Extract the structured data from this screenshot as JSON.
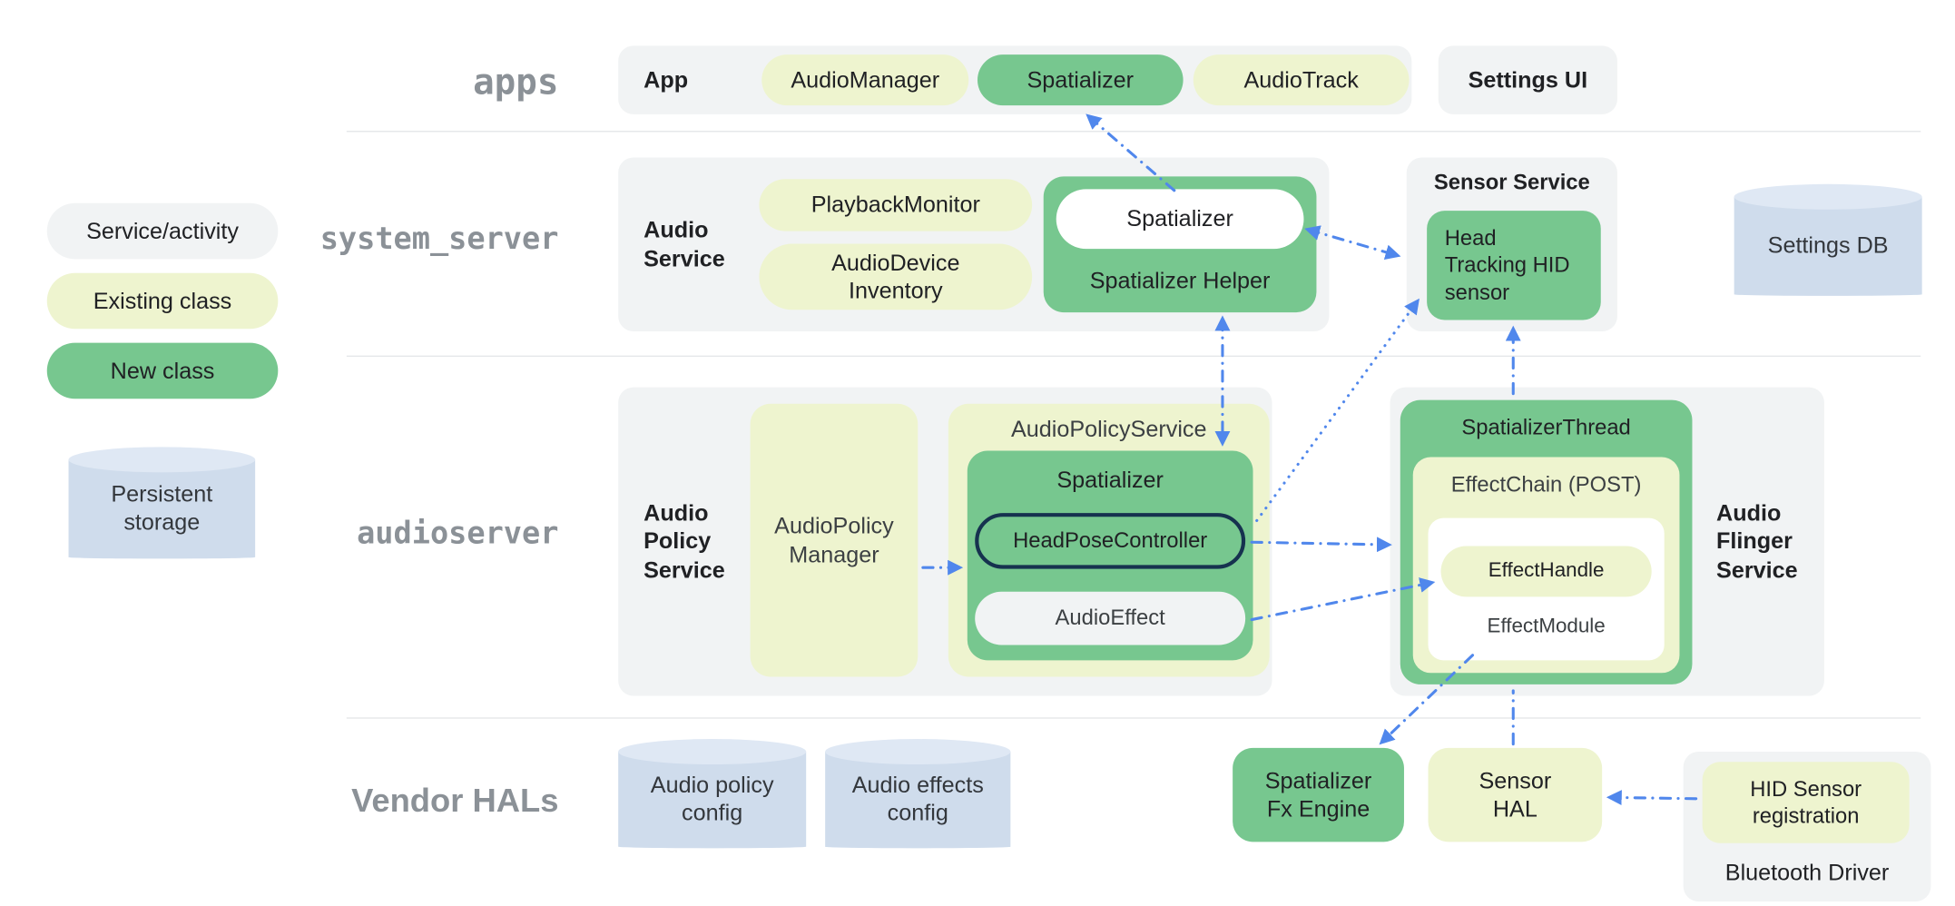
{
  "legend": {
    "service_activity": "Service/activity",
    "existing_class": "Existing class",
    "new_class": "New class",
    "persistent_storage": "Persistent storage"
  },
  "layer_labels": {
    "apps": "apps",
    "system_server": "system_server",
    "audioserver": "audioserver",
    "vendor_hals": "Vendor HALs"
  },
  "apps": {
    "app_label": "App",
    "audio_manager": "AudioManager",
    "spatializer": "Spatializer",
    "audio_track": "AudioTrack",
    "settings_ui": "Settings UI"
  },
  "system_server": {
    "audio_service": "Audio Service",
    "playback_monitor": "PlaybackMonitor",
    "audio_device_inventory": "AudioDevice Inventory",
    "spatializer": "Spatializer",
    "spatializer_helper": "Spatializer Helper",
    "sensor_service": "Sensor Service",
    "head_tracking_hid_sensor": "Head Tracking HID sensor",
    "settings_db": "Settings DB"
  },
  "audioserver": {
    "audio_policy_service_group": "Audio Policy Service",
    "audio_policy_manager": "AudioPolicy Manager",
    "audio_policy_service": "AudioPolicyService",
    "spatializer": "Spatializer",
    "head_pose_controller": "HeadPoseController",
    "audio_effect": "AudioEffect",
    "spatializer_thread": "SpatializerThread",
    "effect_chain": "EffectChain (POST)",
    "effect_handle": "EffectHandle",
    "effect_module": "EffectModule",
    "audio_flinger_service": "Audio Flinger Service"
  },
  "vendor_hals": {
    "audio_policy_config": "Audio policy config",
    "audio_effects_config": "Audio effects config",
    "spatializer_fx_engine": "Spatializer Fx Engine",
    "sensor_hal": "Sensor HAL",
    "hid_sensor_registration": "HID Sensor registration",
    "bluetooth_driver": "Bluetooth Driver"
  },
  "colors": {
    "new_class_green": "#77c78f",
    "existing_class_yellow": "#eef4cf",
    "service_grey": "#f1f3f4",
    "storage_blue": "#cfdcec",
    "arrow_blue": "#5087ec",
    "head_pose_outline": "#16324f",
    "layer_label_grey": "#8b9197"
  }
}
